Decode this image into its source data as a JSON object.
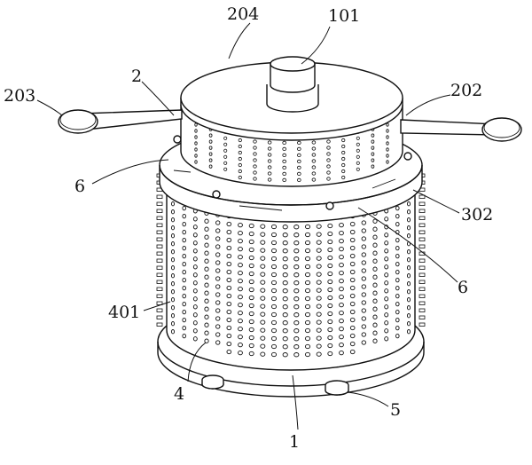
{
  "labels": {
    "l204": "204",
    "l101": "101",
    "l2": "2",
    "l203": "203",
    "l202": "202",
    "l6a": "6",
    "l302": "302",
    "l6b": "6",
    "l401": "401",
    "l4": "4",
    "l5": "5",
    "l1": "1"
  }
}
